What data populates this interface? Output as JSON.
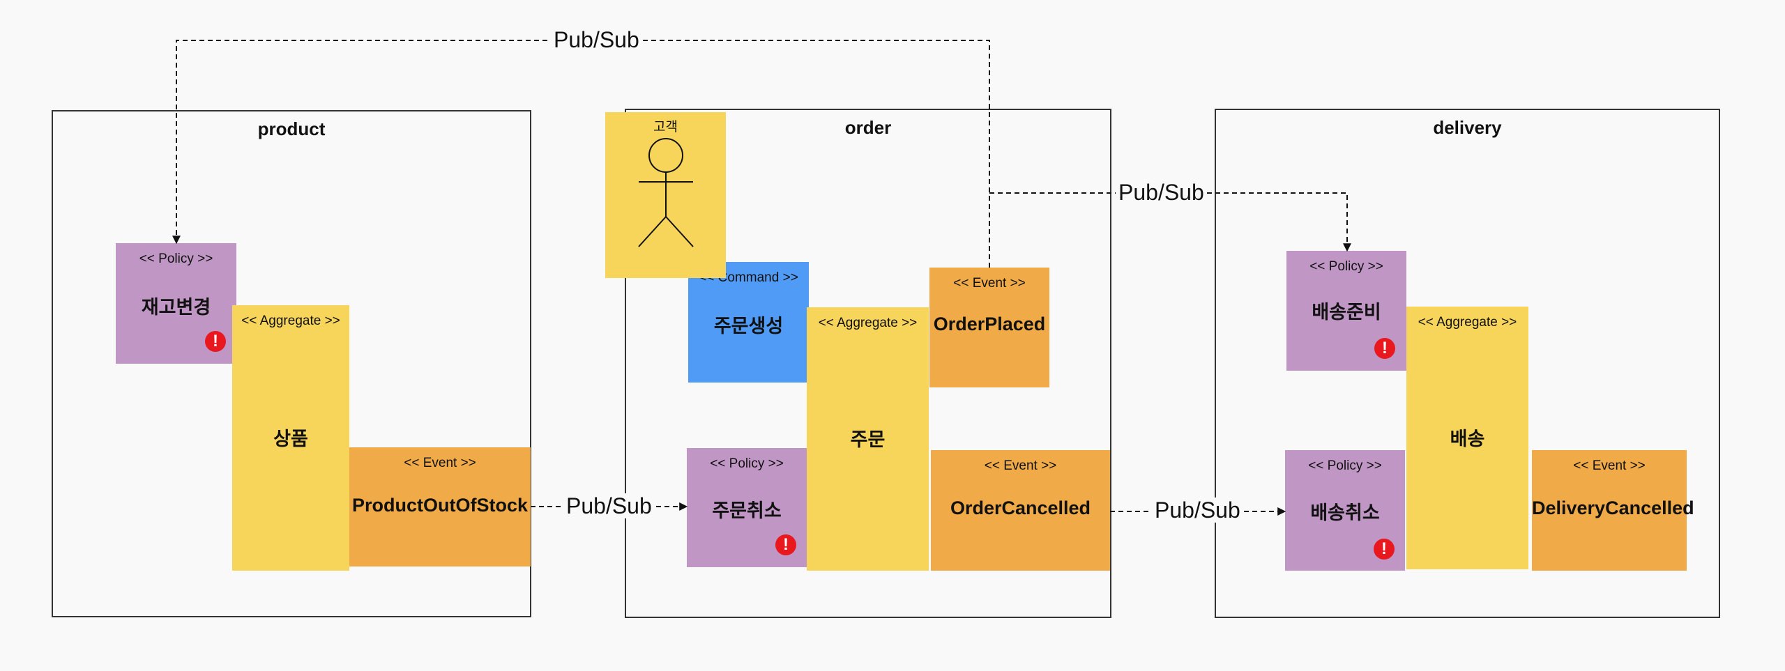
{
  "contexts": {
    "product": "product",
    "order": "order",
    "delivery": "delivery"
  },
  "stereotypes": {
    "policy": "<< Policy >>",
    "aggregate": "<< Aggregate >>",
    "event": "<< Event >>",
    "command": "<< Command >>"
  },
  "product": {
    "policy": "재고변경",
    "aggregate": "상품",
    "event": "ProductOutOfStock"
  },
  "order": {
    "actor": "고객",
    "command": "주문생성",
    "aggregate": "주문",
    "event_placed": "OrderPlaced",
    "policy": "주문취소",
    "event_cancelled": "OrderCancelled"
  },
  "delivery": {
    "policy_ready": "배송준비",
    "aggregate": "배송",
    "policy_cancel": "배송취소",
    "event": "DeliveryCancelled"
  },
  "connectors": {
    "label": "Pub/Sub"
  },
  "colors": {
    "policy": "#bf96c4",
    "aggregate": "#f7d45a",
    "event": "#f0aa48",
    "command": "#509bf5",
    "warning": "#e8181e"
  },
  "icons": [
    "actor-stick-figure-icon",
    "warning-icon",
    "arrow-head-icon"
  ]
}
